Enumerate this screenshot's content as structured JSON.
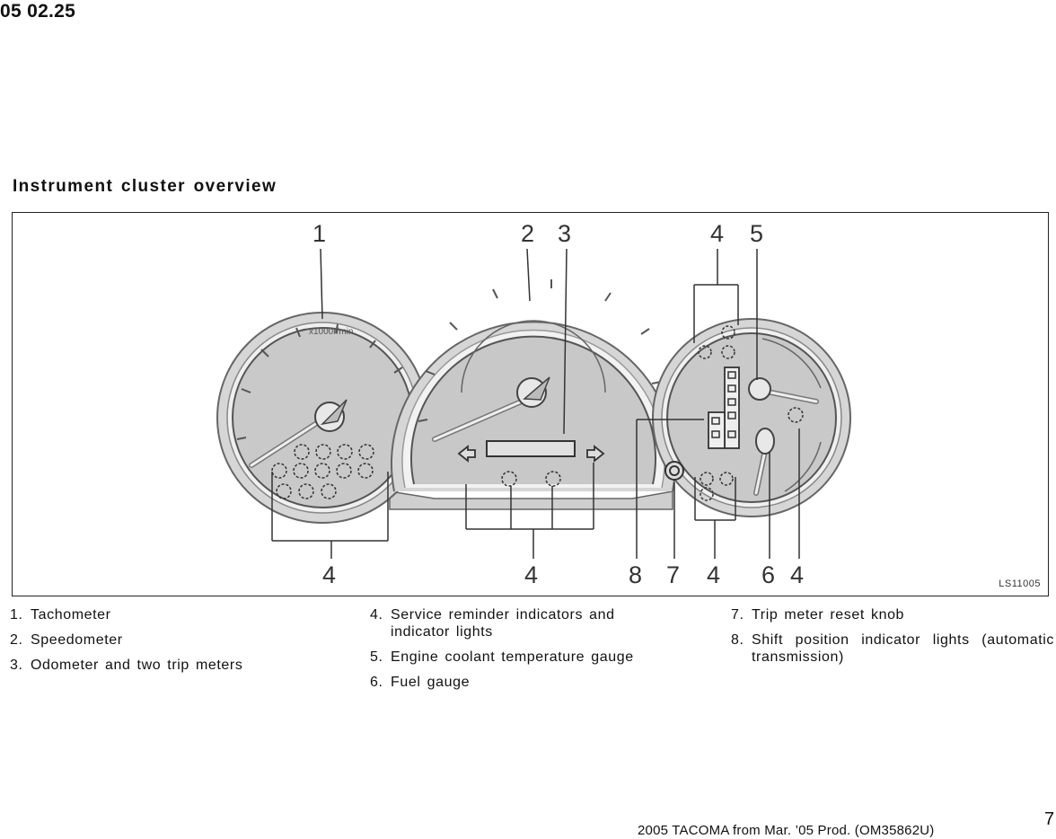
{
  "header": {
    "date": "05 02.25"
  },
  "section": {
    "title": "Instrument cluster overview"
  },
  "figure": {
    "code": "LS11005",
    "callouts": {
      "tachometer": "1",
      "speedometer": "2",
      "odometer": "3",
      "indicators_tach": "4",
      "indicators_speedo": "4",
      "indicators_right_top": "4",
      "coolant_gauge": "5",
      "shift_indicator": "8",
      "trip_knob": "7",
      "indicators_right_bottom": "4",
      "fuel_gauge": "6",
      "indicator_right_side": "4"
    }
  },
  "legend": [
    {
      "num": "1.",
      "text": "Tachometer"
    },
    {
      "num": "2.",
      "text": "Speedometer"
    },
    {
      "num": "3.",
      "text": "Odometer and two trip meters"
    },
    {
      "num": "4.",
      "text": "Service reminder indicators and indicator lights"
    },
    {
      "num": "5.",
      "text": "Engine coolant temperature gauge"
    },
    {
      "num": "6.",
      "text": "Fuel gauge"
    },
    {
      "num": "7.",
      "text": "Trip meter reset knob"
    },
    {
      "num": "8.",
      "text": "Shift position indicator lights (automatic transmission)"
    }
  ],
  "footer": {
    "document": "2005 TACOMA from Mar. ’05 Prod. (OM35862U)",
    "page_number": "7"
  }
}
